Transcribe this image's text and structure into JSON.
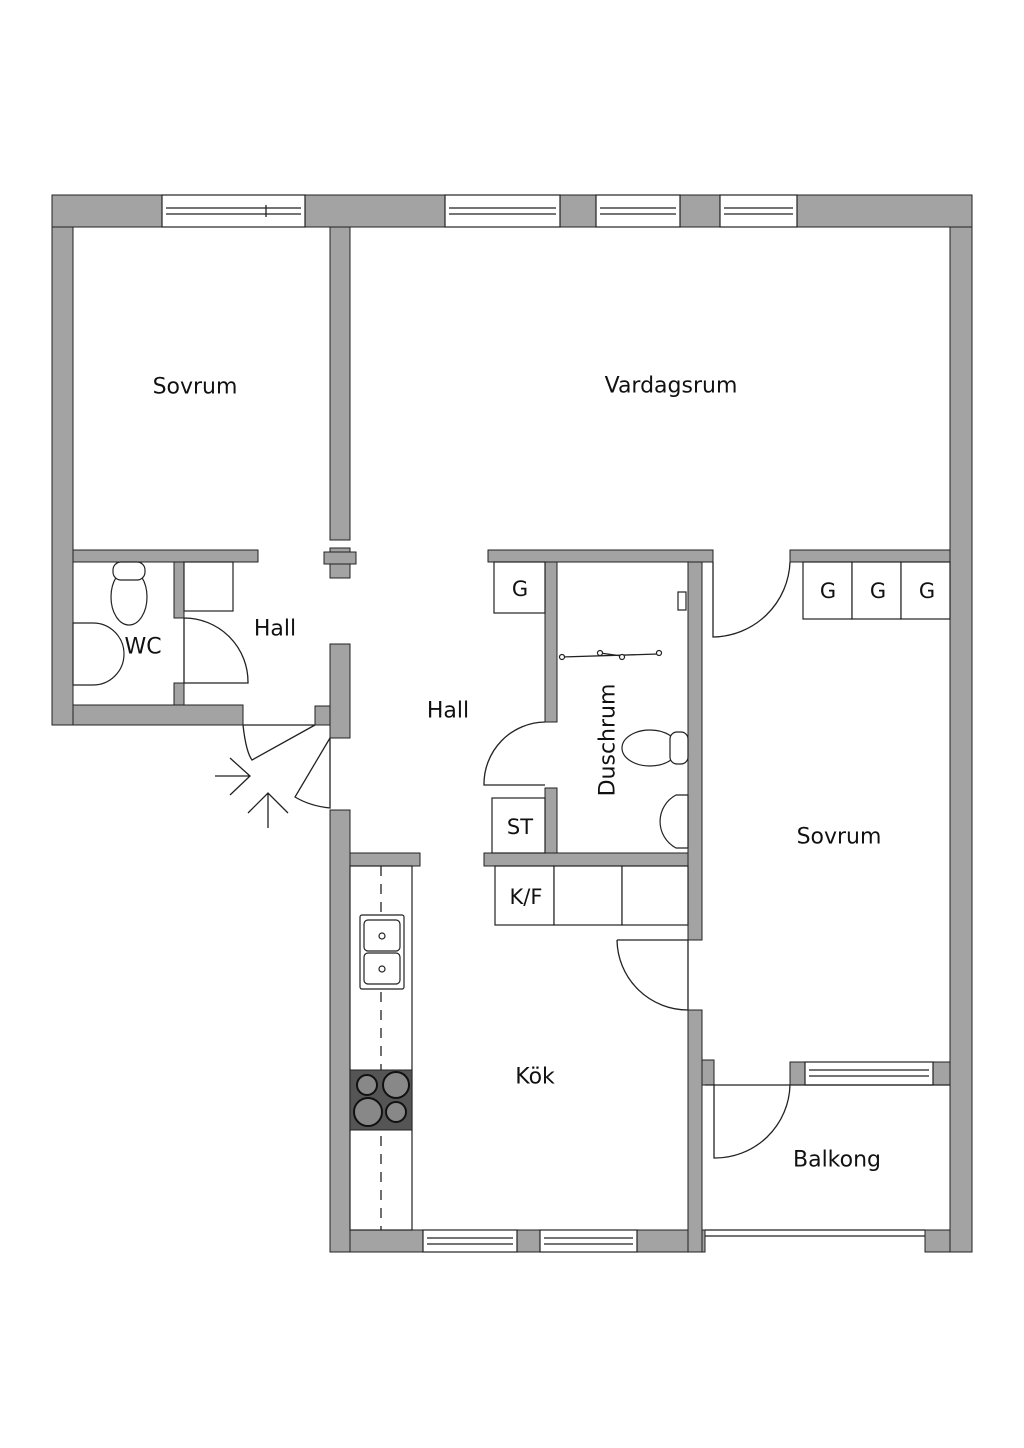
{
  "rooms": {
    "sovrum_1": "Sovrum",
    "vardagsrum": "Vardagsrum",
    "wc": "WC",
    "hall_1": "Hall",
    "hall_2": "Hall",
    "duschrum": "Duschrum",
    "sovrum_2": "Sovrum",
    "kok": "Kök",
    "balkong": "Balkong"
  },
  "storage": {
    "g1": "G",
    "g2": "G",
    "g3": "G",
    "g4": "G",
    "st": "ST",
    "kf": "K/F"
  },
  "colors": {
    "wall": "#a3a3a3",
    "line": "#222222",
    "stove": "#555555"
  }
}
